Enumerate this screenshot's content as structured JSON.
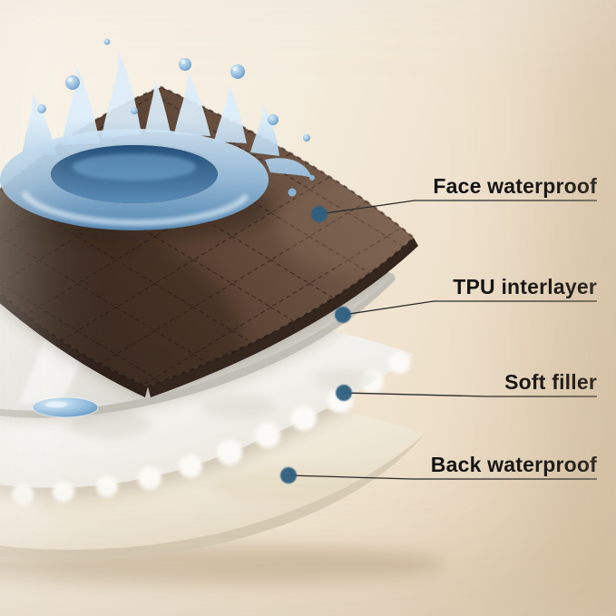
{
  "callouts": [
    {
      "id": "face-waterproof",
      "label": "Face waterproof"
    },
    {
      "id": "tpu-interlayer",
      "label": "TPU interlayer"
    },
    {
      "id": "soft-filler",
      "label": "Soft filler"
    },
    {
      "id": "back-waterproof",
      "label": "Back waterproof"
    }
  ],
  "layers": [
    {
      "name": "Face waterproof",
      "color": "#5d4536"
    },
    {
      "name": "TPU interlayer",
      "color": "#e3e1db"
    },
    {
      "name": "Soft filler",
      "color": "#f7f5f1"
    },
    {
      "name": "Back waterproof",
      "color": "#f2ebdd"
    }
  ],
  "colors": {
    "background": "#f2e8d8",
    "dot": "#2e5f80",
    "line": "#2b2b2b",
    "water": "#6fa3cc"
  }
}
